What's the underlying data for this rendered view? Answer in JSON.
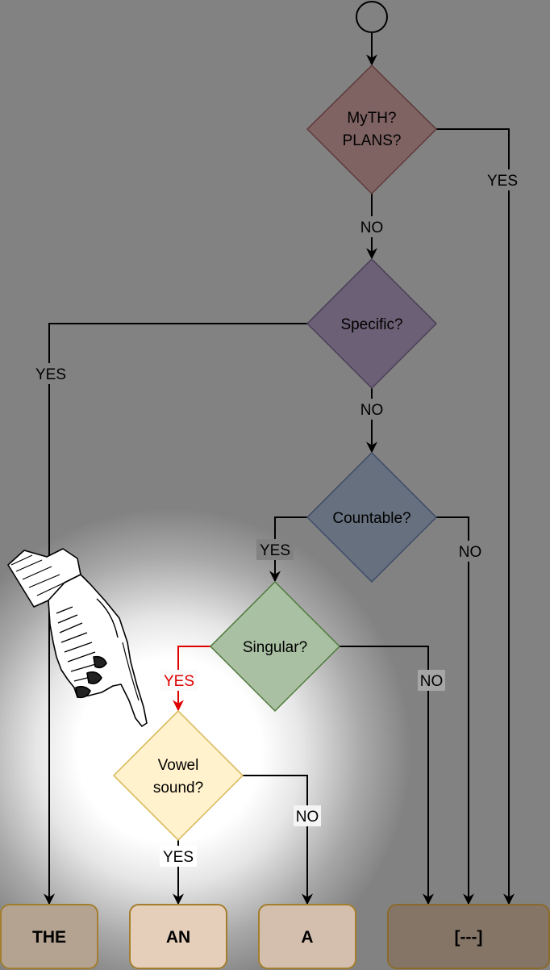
{
  "nodes": {
    "myth": {
      "line1": "MyTH?",
      "line2": "PLANS?"
    },
    "specific": {
      "label": "Specific?"
    },
    "countable": {
      "label": "Countable?"
    },
    "singular": {
      "label": "Singular?"
    },
    "vowel": {
      "line1": "Vowel",
      "line2": "sound?"
    }
  },
  "outcomes": {
    "the": "THE",
    "an": "AN",
    "a": "A",
    "none": "[---]"
  },
  "edges": {
    "myth_yes": "YES",
    "myth_no": "NO",
    "specific_yes": "YES",
    "specific_no": "NO",
    "countable_yes": "YES",
    "countable_no": "NO",
    "singular_yes": "YES",
    "singular_no": "NO",
    "vowel_yes": "YES",
    "vowel_no": "NO"
  },
  "colors": {
    "myth": "#7f6262",
    "specific": "#6b6075",
    "countable": "#66707e",
    "singular": "#a9c0a2",
    "vowel": "#fff2cc",
    "highlight_edge": "#e00000",
    "outcome_border": "#b8860b"
  },
  "icons": [
    "pointing-hand-icon",
    "start-circle-icon"
  ]
}
